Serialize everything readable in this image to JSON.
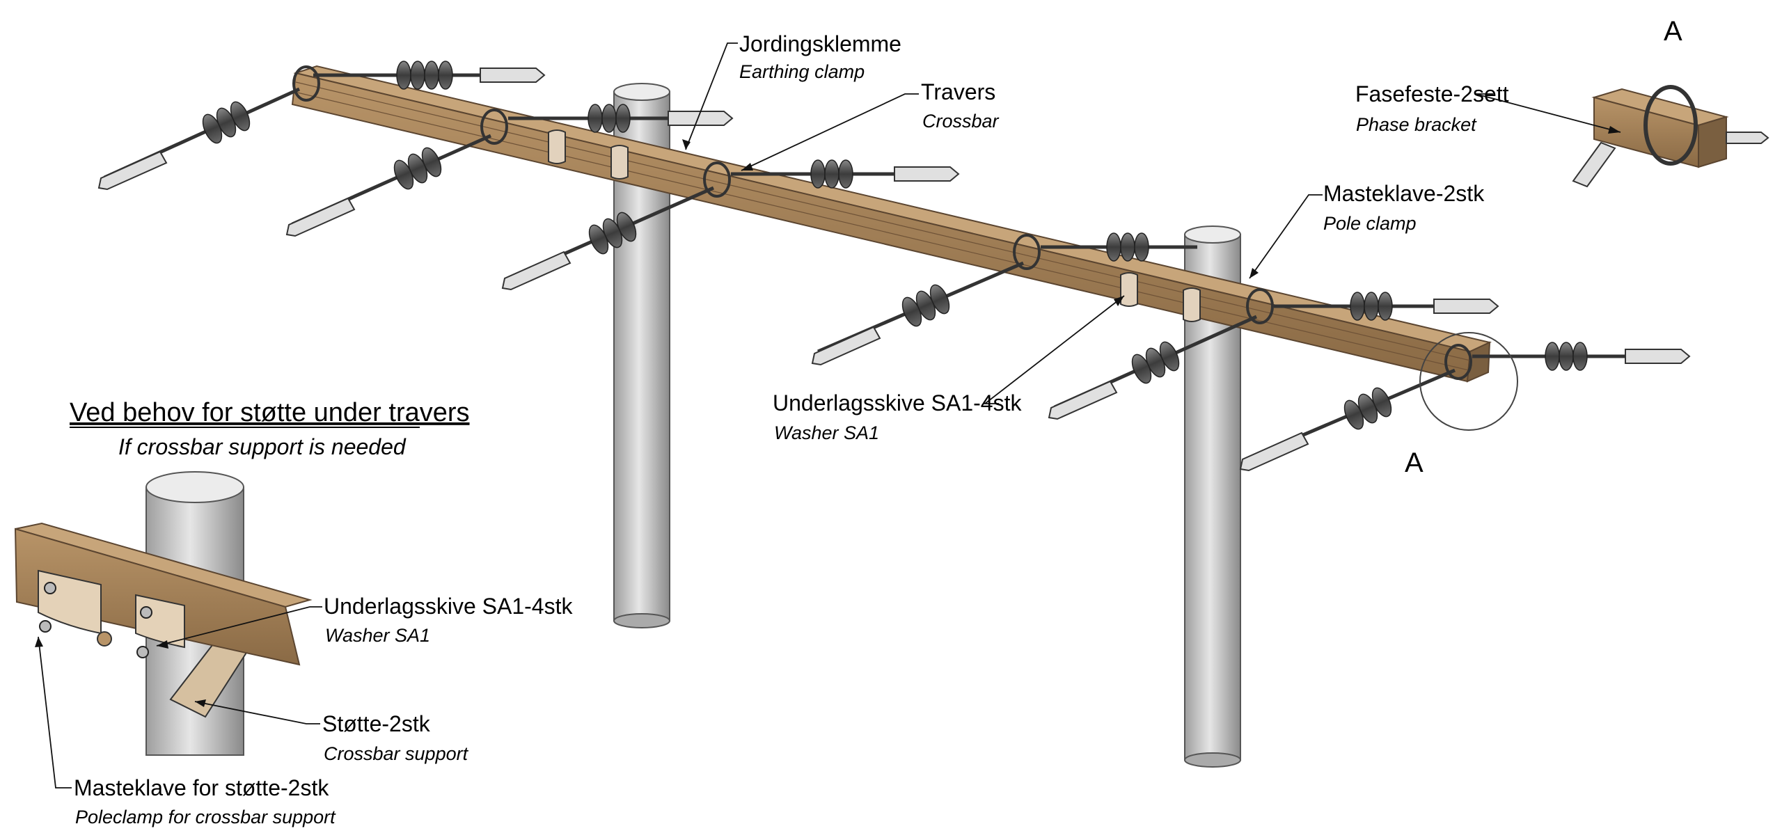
{
  "title": {
    "line1": "Ved behov for støtte under travers",
    "line2": "If crossbar support is needed"
  },
  "detail_marker": "A",
  "labels": {
    "jordingsklemme": {
      "name": "Jordingsklemme",
      "sub": "Earthing clamp"
    },
    "travers": {
      "name": "Travers",
      "sub": "Crossbar"
    },
    "fasefeste": {
      "name": "Fasefeste-2sett",
      "sub": "Phase bracket"
    },
    "masteklave": {
      "name": "Masteklave-2stk",
      "sub": "Pole clamp"
    },
    "underlagsskive_main": {
      "name": "Underlagsskive SA1-4stk",
      "sub": "Washer SA1"
    },
    "underlagsskive_detail": {
      "name": "Underlagsskive SA1-4stk",
      "sub": "Washer SA1"
    },
    "stotte": {
      "name": "Støtte-2stk",
      "sub": "Crossbar support"
    },
    "masteklave_stotte": {
      "name": "Masteklave for støtte-2stk",
      "sub": "Poleclamp for crossbar support"
    }
  },
  "colors": {
    "wood": "#a0815c",
    "wood_dark": "#7a5f40",
    "pole": "#c9c9c9",
    "metal": "#d8d8d8",
    "insulator": "#555555",
    "line": "#111111"
  }
}
